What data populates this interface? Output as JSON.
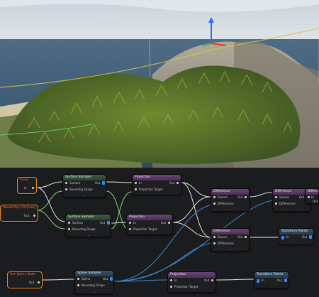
{
  "viewport": {
    "label": "3D viewport with forest on mountain"
  },
  "nodes": {
    "input": {
      "title": "Input",
      "pin": "In"
    },
    "would_ray_hit": {
      "title": "Would Ray Hit Query",
      "pin": "Out"
    },
    "set_spline": {
      "title": "Get Spline Data",
      "pin": "Out"
    },
    "surface1": {
      "title": "Surface Sampler",
      "pins": [
        "Surface",
        "Bounding Shape"
      ],
      "out": "Out"
    },
    "surface2": {
      "title": "Surface Sampler",
      "pins": [
        "Surface",
        "Bounding Shape"
      ],
      "out": "Out"
    },
    "spline_sampler": {
      "title": "Spline Sampler",
      "pins": [
        "Spline",
        "Bounding Shape"
      ],
      "out": "Out"
    },
    "proj1": {
      "title": "Projection",
      "pins": [
        "In",
        "Projection Target"
      ],
      "out": "Out"
    },
    "proj2": {
      "title": "Projection",
      "pins": [
        "In",
        "Projection Target"
      ],
      "out": "Out"
    },
    "proj3": {
      "title": "Projection",
      "pins": [
        "In",
        "Projection Target"
      ],
      "out": "Out"
    },
    "diff1": {
      "title": "Difference",
      "pins": [
        "Source",
        "Differences"
      ],
      "out": "Out"
    },
    "diff2": {
      "title": "Difference",
      "pins": [
        "Source",
        "Differences"
      ],
      "out": "Out"
    },
    "diff3": {
      "title": "Difference",
      "pins": [
        "Source",
        "Differences"
      ],
      "out": "Out"
    },
    "diff4": {
      "title": "Difference",
      "pins": [
        "In"
      ],
      "out": "Out"
    },
    "transform1": {
      "title": "Transform Points",
      "pins": [
        "In"
      ],
      "out": "Out"
    },
    "transform2": {
      "title": "Transform Points",
      "pins": [
        "In"
      ],
      "out": "Out"
    }
  },
  "colors": {
    "pin_blue": "#2f8cff",
    "wire_green": "#7fd67a",
    "wire_white": "#e6e6e6",
    "wire_blue": "#3e89d4",
    "node_orange": "#e88a1c"
  }
}
